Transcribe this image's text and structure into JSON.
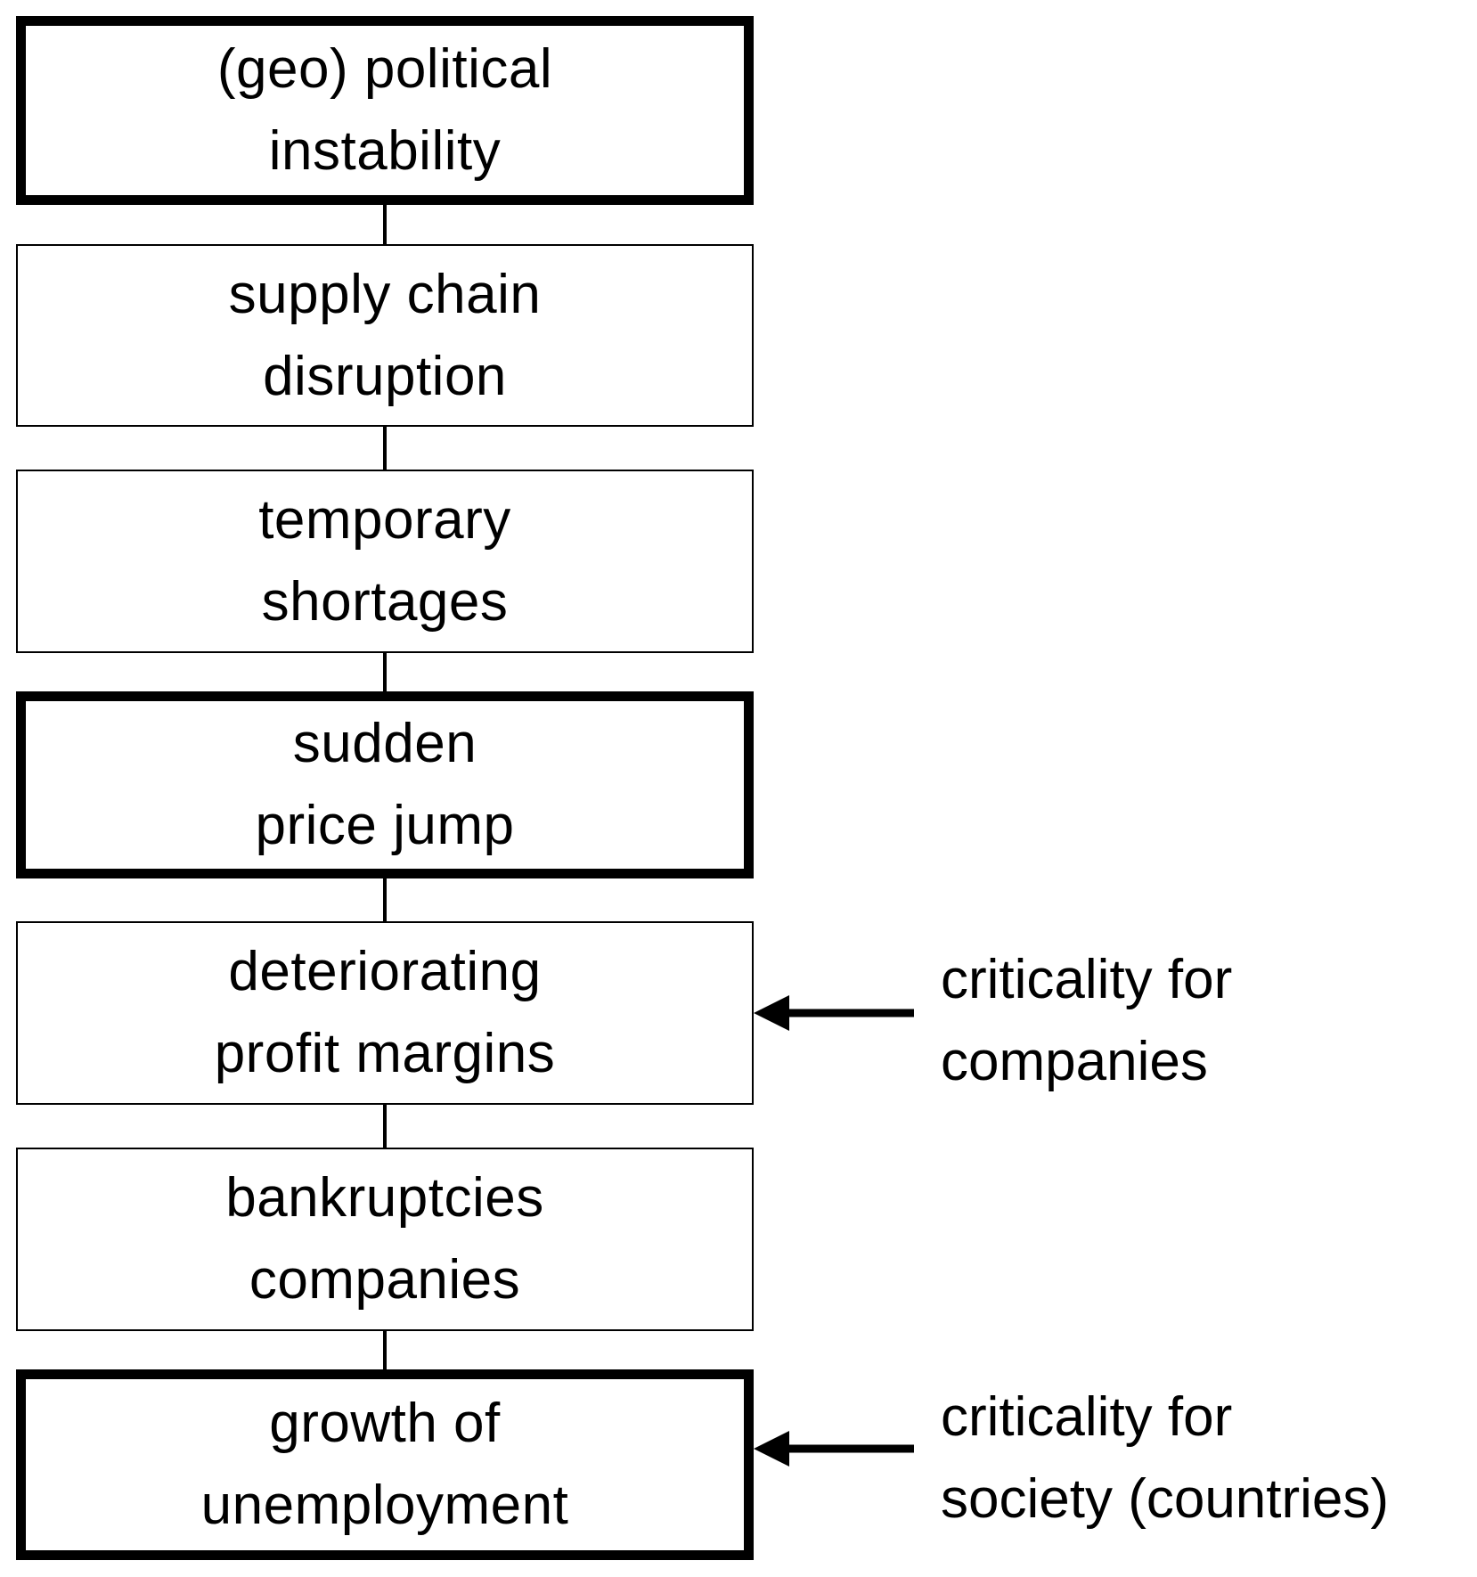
{
  "steps": [
    {
      "label": "(geo) political\ninstability",
      "emphasis": true
    },
    {
      "label": "supply chain\ndisruption",
      "emphasis": false
    },
    {
      "label": "temporary\nshortages",
      "emphasis": false
    },
    {
      "label": "sudden\nprice jump",
      "emphasis": true
    },
    {
      "label": "deteriorating\nprofit margins",
      "emphasis": false
    },
    {
      "label": "bankruptcies\ncompanies",
      "emphasis": false
    },
    {
      "label": "growth of\nunemployment",
      "emphasis": true
    }
  ],
  "annotations": [
    {
      "label": "criticality for\ncompanies",
      "points_to_step": 4
    },
    {
      "label": "criticality for\nsociety (countries)",
      "points_to_step": 6
    }
  ],
  "colors": {
    "stroke": "#000000",
    "background": "#ffffff"
  }
}
